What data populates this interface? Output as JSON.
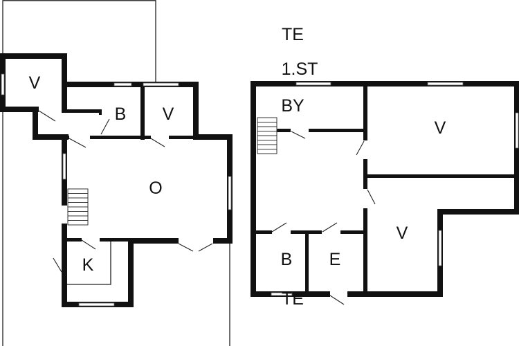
{
  "plans": [
    {
      "name": "ground-floor",
      "rooms": [
        {
          "id": "v1",
          "label": "V"
        },
        {
          "id": "b",
          "label": "B"
        },
        {
          "id": "v2",
          "label": "V"
        },
        {
          "id": "o",
          "label": "O"
        },
        {
          "id": "k",
          "label": "K"
        }
      ]
    },
    {
      "name": "first-floor",
      "header": {
        "te": "TE",
        "floor": "1.ST"
      },
      "rooms": [
        {
          "id": "by",
          "label": "BY"
        },
        {
          "id": "v1",
          "label": "V"
        },
        {
          "id": "v2",
          "label": "V"
        },
        {
          "id": "b",
          "label": "B"
        },
        {
          "id": "e",
          "label": "E"
        }
      ],
      "footer_label": "TE"
    }
  ]
}
